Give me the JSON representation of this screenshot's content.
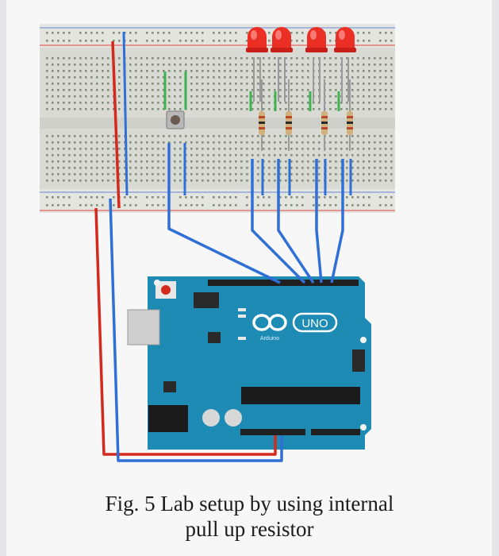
{
  "caption": {
    "line1": "Fig. 5 Lab setup by using internal",
    "line2": "pull up resistor"
  },
  "board": {
    "label": "UNO",
    "brand": "Arduino"
  },
  "colors": {
    "background": "#f7f7f7",
    "breadboard": "#dcdcd6",
    "rail_red": "#e05a5a",
    "rail_blue": "#6a8fd0",
    "wire_blue": "#2f6fd6",
    "wire_red": "#d42a1e",
    "led": "#ec2f25",
    "led_leg": "#9a9a9a",
    "resistor": "#c8a06a",
    "arduino": "#1e8bb4",
    "jumper_green": "#3fb34f"
  },
  "components": {
    "leds": 4,
    "resistors": 4,
    "pushbuttons": 1
  }
}
